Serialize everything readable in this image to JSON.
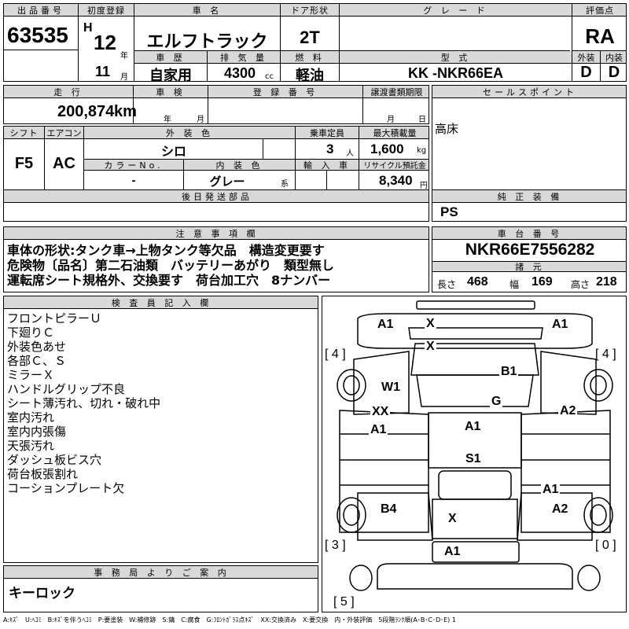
{
  "top": {
    "lot_label": "出品番号",
    "lot": "63535",
    "first_reg_label": "初度登録",
    "era": "H",
    "year": "12",
    "year_unit": "年",
    "month": "11",
    "month_unit": "月",
    "car_name_label": "車 名",
    "car_name": "エルフトラック",
    "door_label": "ドア形状",
    "door": "2T",
    "grade_label": "グ レ ー ド",
    "grade": "",
    "score_label": "評価点",
    "score": "RA",
    "history_label": "車 歴",
    "history": "自家用",
    "displacement_label": "排 気 量",
    "displacement": "4300",
    "displacement_unit": "cc",
    "fuel_label": "燃 料",
    "fuel": "軽油",
    "model_label": "型 式",
    "model_code": "KK -NKR66EA",
    "exterior_label": "外装",
    "exterior": "D",
    "interior_label": "内装",
    "interior": "D"
  },
  "row2": {
    "mileage_label": "走 行",
    "mileage": "200,874",
    "mileage_unit": "km",
    "inspection_label": "車 検",
    "inspection_year_unit": "年",
    "inspection_month_unit": "月",
    "reg_no_label": "登 録 番 号",
    "reg_no": "",
    "transfer_label": "譲渡書類期限",
    "transfer_month_unit": "月",
    "transfer_day_unit": "日",
    "sales_label": "セールスポイント",
    "sales_point": "高床"
  },
  "row3": {
    "shift_label": "シフト",
    "shift": "F5",
    "ac_label": "エアコン",
    "ac": "AC",
    "ext_color_label": "外 装 色",
    "ext_color": "シロ",
    "capacity_label": "乗車定員",
    "capacity": "3",
    "capacity_unit": "人",
    "max_load_label": "最大積載量",
    "max_load": "1,600",
    "max_load_unit": "kg",
    "color_no_label": "カラーNo.",
    "color_no": "-",
    "int_color_label": "内 装 色",
    "int_color": "グレー",
    "int_color_unit": "系",
    "import_label": "輸 入 車",
    "import": "",
    "recycle_label": "リサイクル預託金",
    "recycle": "8,340",
    "recycle_unit": "円"
  },
  "later_parts": {
    "label": "後日発送部品",
    "value": ""
  },
  "genuine": {
    "label": "純 正 装 備",
    "value": "PS"
  },
  "notes": {
    "label": "注 意 事 項 欄",
    "lines": [
      "車体の形状:タンク車→上物タンク等欠品　構造変更要す",
      "危険物〔品名〕第二石油類　バッテリーあがり　類型無し",
      "運転席シート規格外、交換要す　荷台加工穴　8ナンバー"
    ]
  },
  "chassis": {
    "label": "車 台 番 号",
    "number": "NKR66E7556282",
    "dims_label": "諸 元",
    "length_label": "長さ",
    "length": "468",
    "width_label": "幅",
    "width": "169",
    "height_label": "高さ",
    "height": "218"
  },
  "inspector": {
    "label": "検 査 員 記 入 欄",
    "lines": [
      "フロントピラーＵ",
      "下廻りＣ",
      "外装色あせ",
      "各部Ｃ、Ｓ",
      "ミラーＸ",
      "ハンドルグリップ不良",
      "シート薄汚れ、切れ・破れ中",
      "室内汚れ",
      "室内内張傷",
      "天張汚れ",
      "ダッシュ板ビス穴",
      "荷台板張割れ",
      "コーションプレート欠"
    ]
  },
  "office": {
    "label": "事 務 局 よ り ご 案 内",
    "text": "キーロック"
  },
  "diagram": {
    "marks": [
      "A1",
      "X",
      "A1",
      "X",
      "B1",
      "W1",
      "G",
      "XX",
      "A2",
      "A1",
      "A1",
      "S1",
      "A1",
      "B4",
      "X",
      "A2",
      "A1"
    ],
    "brackets": [
      "[ 4 ]",
      "[ 4 ]",
      "[ 3 ]",
      "[ 0 ]",
      "[ 5 ]"
    ]
  },
  "legend": "A:ｷｽﾞ　U:ﾍｺﾐ　B:ｷｽﾞを伴うﾍｺﾐ　P:要塗装　W:補修跡　S:錆　C:腐食　G:ﾌﾛﾝﾄｶﾞﾗｽ点ｷｽﾞ　XX:交換済み　X:要交換　内・外装評価　5段階ﾗﾝｸ順(A･B･C･D･E) 1"
}
